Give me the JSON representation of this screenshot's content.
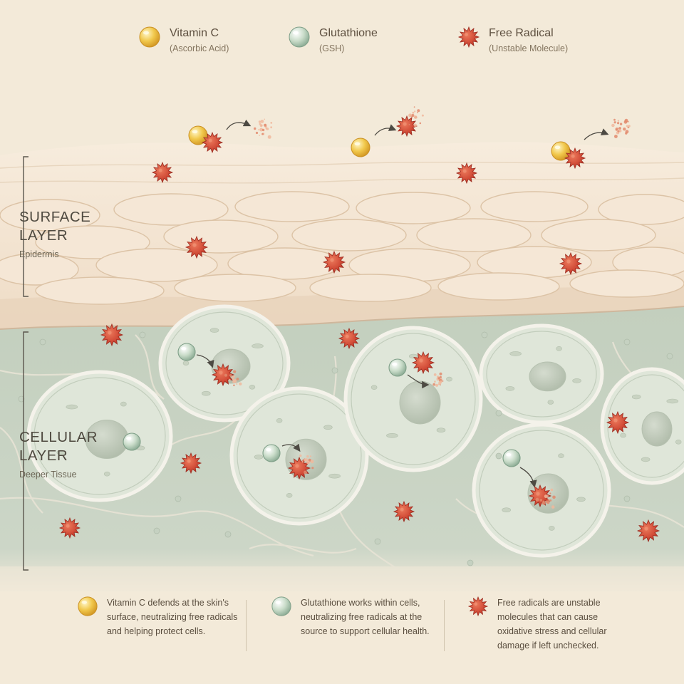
{
  "legend": [
    {
      "name": "Vitamin C",
      "sub": "(Ascorbic Acid)",
      "icon": "vitamin-c-molecule-icon",
      "color": "#f1c84c"
    },
    {
      "name": "Glutathione",
      "sub": "(GSH)",
      "icon": "glutathione-molecule-icon",
      "color": "#b9d2bd"
    },
    {
      "name": "Free Radical",
      "sub": "(Unstable Molecule)",
      "icon": "free-radical-icon",
      "color": "#cd4532"
    }
  ],
  "layers": {
    "surface": {
      "title_line1": "SURFACE",
      "title_line2": "LAYER",
      "sub": "Epidermis"
    },
    "cellular": {
      "title_line1": "CELLULAR",
      "title_line2": "LAYER",
      "sub": "Deeper Tissue"
    }
  },
  "notes": [
    {
      "text": "Vitamin C defends at the skin's surface, neutralizing free radicals and helping protect cells.",
      "icon": "vitamin-c-molecule-icon"
    },
    {
      "text": "Glutathione works within cells, neutralizing free radicals at the source to support cellular health.",
      "icon": "glutathione-molecule-icon"
    },
    {
      "text": "Free radicals are unstable molecules that can cause oxidative stress and cellular damage if left unchecked.",
      "icon": "free-radical-icon"
    }
  ],
  "colors": {
    "background": "#f3ead9",
    "surface_layer": "#f3e4d2",
    "cellular_layer": "#cdd7c8",
    "cell_fill": "#dfe6d9",
    "vitamin_c": "#f1c84c",
    "glutathione": "#b9d2bd",
    "free_radical": "#cd4532"
  }
}
